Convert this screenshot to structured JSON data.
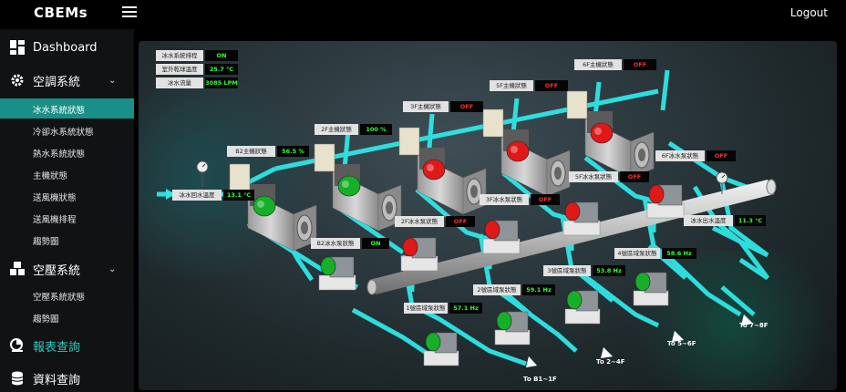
{
  "app": {
    "title": "CBEMs",
    "logout": "Logout"
  },
  "sidebar": {
    "dashboard": "Dashboard",
    "hvac": "空調系統",
    "hvac_items": [
      "冰水系統狀態",
      "冷卻水系統狀態",
      "熱水系統狀態",
      "主機狀態",
      "送風機狀態",
      "送風機排程",
      "趨勢圖"
    ],
    "air": "空壓系統",
    "air_items": [
      "空壓系統狀態",
      "趨勢圖"
    ],
    "report": "報表查詢",
    "data": "資料查詢"
  },
  "summary": [
    {
      "label": "冰水系統排程",
      "value": "ON"
    },
    {
      "label": "室外乾球溫度",
      "value": "25.7 °C"
    },
    {
      "label": "冰水流量",
      "value": "3085 LPM"
    }
  ],
  "chillers": [
    {
      "label": "B2主機狀態",
      "value": "56.5 %",
      "running": true
    },
    {
      "label": "2F主機狀態",
      "value": "100 %",
      "running": true
    },
    {
      "label": "3F主機狀態",
      "value": "OFF",
      "running": false
    },
    {
      "label": "5F主機狀態",
      "value": "OFF",
      "running": false
    },
    {
      "label": "6F主機狀態",
      "value": "OFF",
      "running": false
    }
  ],
  "chilled_pumps": [
    {
      "label": "B2冰水泵狀態",
      "value": "ON",
      "running": true
    },
    {
      "label": "2F冰水泵狀態",
      "value": "OFF",
      "running": false
    },
    {
      "label": "3F冰水泵狀態",
      "value": "OFF",
      "running": false
    },
    {
      "label": "5F冰水泵狀態",
      "value": "OFF",
      "running": false
    },
    {
      "label": "6F冰水泵狀態",
      "value": "OFF",
      "running": false
    }
  ],
  "temps": {
    "return": {
      "label": "冰水回水溫度",
      "value": "13.1 °C"
    },
    "supply": {
      "label": "冰水出水溫度",
      "value": "11.3 °C"
    }
  },
  "zone_pumps": [
    {
      "label": "1號區域泵狀態",
      "value": "57.1 Hz",
      "dest": "To B1~1F"
    },
    {
      "label": "2號區域泵狀態",
      "value": "59.1 Hz",
      "dest": "To 2~4F"
    },
    {
      "label": "3號區域泵狀態",
      "value": "53.8 Hz",
      "dest": "To 5~6F"
    },
    {
      "label": "4號區域泵狀態",
      "value": "58.6 Hz",
      "dest": "To 7~8F"
    }
  ],
  "colors": {
    "accent": "#1a8f87",
    "pipe": "#2fe6e6",
    "on": "#33ff33",
    "off": "#ff2b2b",
    "motor_on": "#16b028",
    "motor_off": "#e01818"
  }
}
